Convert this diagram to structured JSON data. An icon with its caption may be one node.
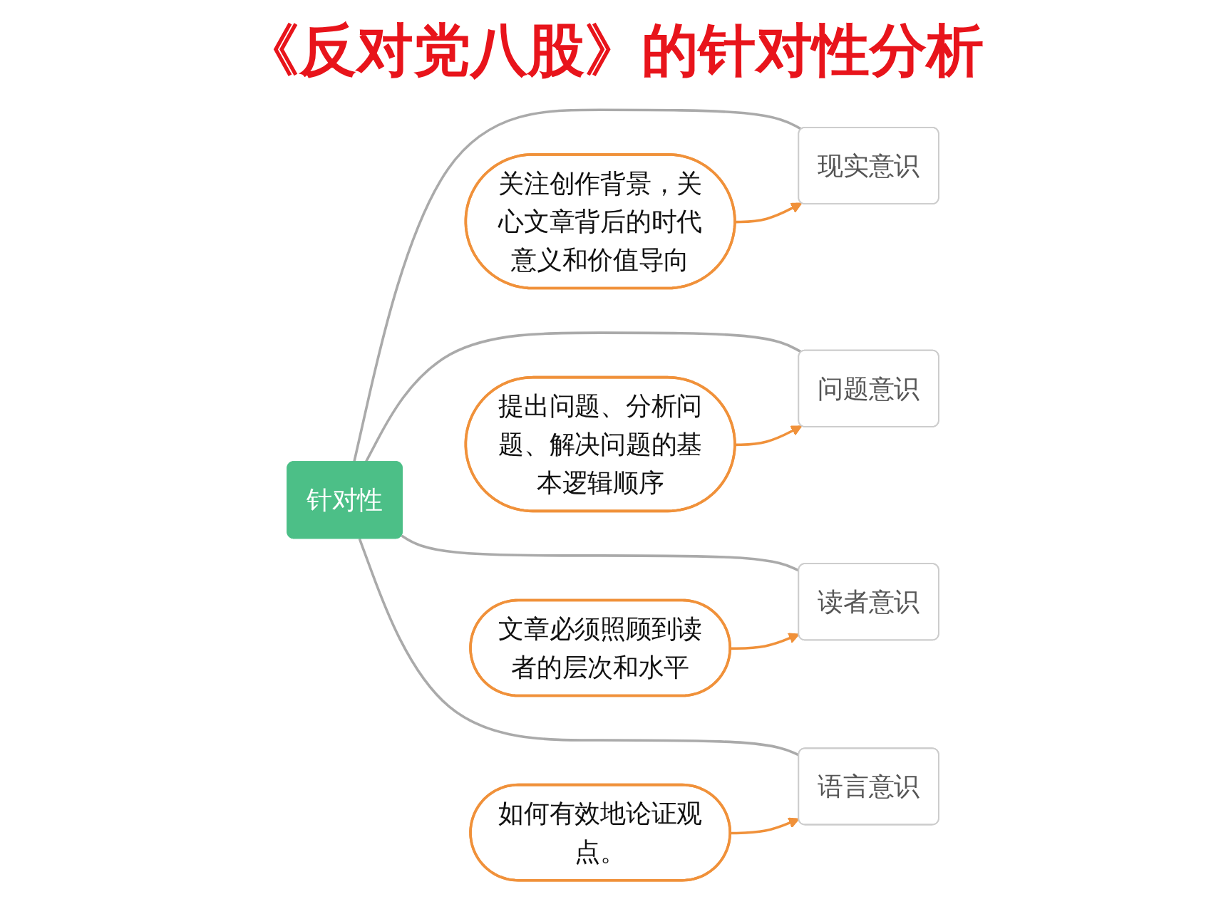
{
  "diagram": {
    "title": "《反对党八股》的针对性分析",
    "nodes": [
      {
        "text": [
          "针对性"
        ]
      },
      {
        "text": [
          "现实意识"
        ]
      },
      {
        "text": [
          "关注创作背景，关心文章背后的时代意义和价值导向"
        ]
      },
      {
        "text": [
          "问题意识"
        ]
      },
      {
        "text": [
          "提出问题、分析问题、解决问题的基本逻辑顺序"
        ]
      },
      {
        "text": [
          "读者意识"
        ]
      },
      {
        "text": [
          "文章必须照顾到读者的层次和水平"
        ]
      },
      {
        "text": [
          "语言意识"
        ]
      },
      {
        "text": [
          "如何有效地论证观点。"
        ]
      }
    ],
    "edges": [
      {
        "from": 0,
        "to": 1,
        "arrow": "none"
      },
      {
        "from": 0,
        "to": 3,
        "arrow": "none"
      },
      {
        "from": 0,
        "to": 5,
        "arrow": "none"
      },
      {
        "from": 0,
        "to": 7,
        "arrow": "none"
      },
      {
        "from": 2,
        "to": 1,
        "arrow": "to",
        "color": "#f0913a"
      },
      {
        "from": 4,
        "to": 3,
        "arrow": "to",
        "color": "#f0913a"
      },
      {
        "from": 6,
        "to": 5,
        "arrow": "to",
        "color": "#f0913a"
      },
      {
        "from": 8,
        "to": 7,
        "arrow": "to",
        "color": "#f0913a"
      }
    ]
  }
}
